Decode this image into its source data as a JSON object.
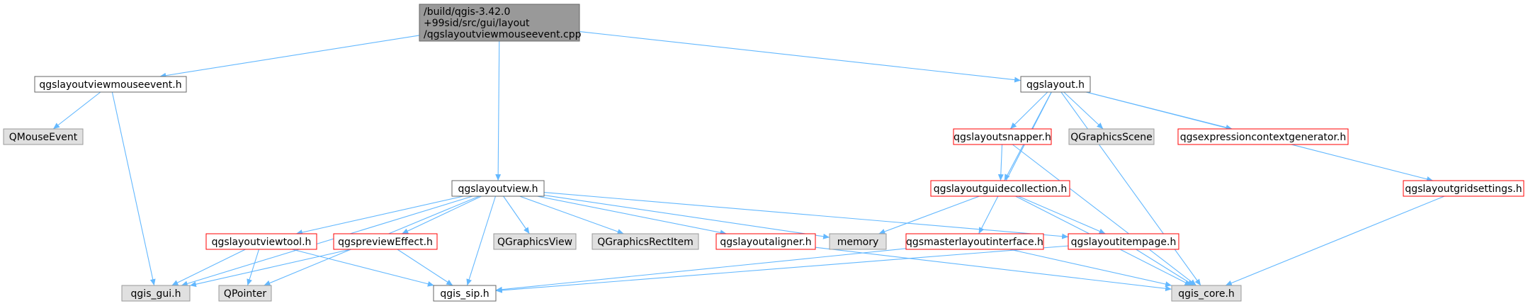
{
  "colors": {
    "edge": "#63b8ff",
    "root_fill": "#999999",
    "default_fill": "#ffffff",
    "default_stroke": "#666666",
    "truncated_stroke": "#ff0000",
    "system_fill": "#e0e0e0",
    "system_stroke": "#999999"
  },
  "nodes": [
    {
      "id": "root",
      "kind": "root",
      "lines": [
        "/build/qgis-3.42.0",
        "+99sid/src/gui/layout",
        "/qgslayoutviewmouseevent.cpp"
      ]
    },
    {
      "id": "mouseevent_h",
      "kind": "default",
      "lines": [
        "qgslayoutviewmouseevent.h"
      ]
    },
    {
      "id": "qgslayout_h",
      "kind": "default",
      "lines": [
        "qgslayout.h"
      ]
    },
    {
      "id": "qmouseevent",
      "kind": "system",
      "lines": [
        "QMouseEvent"
      ]
    },
    {
      "id": "layoutsnapper",
      "kind": "truncated",
      "lines": [
        "qgslayoutsnapper.h"
      ]
    },
    {
      "id": "qgraphicsscene",
      "kind": "system",
      "lines": [
        "QGraphicsScene"
      ]
    },
    {
      "id": "exprctxgen",
      "kind": "truncated",
      "lines": [
        "qgsexpressioncontextgenerator.h"
      ]
    },
    {
      "id": "layoutview",
      "kind": "default",
      "lines": [
        "qgslayoutview.h"
      ]
    },
    {
      "id": "guidecollection",
      "kind": "truncated",
      "lines": [
        "qgslayoutguidecollection.h"
      ]
    },
    {
      "id": "gridsettings",
      "kind": "truncated",
      "lines": [
        "qgslayoutgridsettings.h"
      ]
    },
    {
      "id": "viewtool",
      "kind": "truncated",
      "lines": [
        "qgslayoutviewtool.h"
      ]
    },
    {
      "id": "previeweffect",
      "kind": "truncated",
      "lines": [
        "qgspreviewEffect.h"
      ]
    },
    {
      "id": "qgraphicsview",
      "kind": "system",
      "lines": [
        "QGraphicsView"
      ]
    },
    {
      "id": "qgraphicsrectitem",
      "kind": "system",
      "lines": [
        "QGraphicsRectItem"
      ]
    },
    {
      "id": "aligner",
      "kind": "truncated",
      "lines": [
        "qgslayoutaligner.h"
      ]
    },
    {
      "id": "memory",
      "kind": "system",
      "lines": [
        "memory"
      ]
    },
    {
      "id": "masterlayout",
      "kind": "truncated",
      "lines": [
        "qgsmasterlayoutinterface.h"
      ]
    },
    {
      "id": "itempage",
      "kind": "truncated",
      "lines": [
        "qgslayoutitempage.h"
      ]
    },
    {
      "id": "qgis_gui",
      "kind": "system",
      "lines": [
        "qgis_gui.h"
      ]
    },
    {
      "id": "qpointer",
      "kind": "system",
      "lines": [
        "QPointer"
      ]
    },
    {
      "id": "qgis_sip",
      "kind": "default",
      "lines": [
        "qgis_sip.h"
      ]
    },
    {
      "id": "qgis_core",
      "kind": "system",
      "lines": [
        "qgis_core.h"
      ]
    }
  ],
  "edges": [
    [
      "root",
      "mouseevent_h"
    ],
    [
      "root",
      "layoutview"
    ],
    [
      "root",
      "qgslayout_h"
    ],
    [
      "mouseevent_h",
      "qmouseevent"
    ],
    [
      "mouseevent_h",
      "qgis_gui"
    ],
    [
      "qgslayout_h",
      "layoutsnapper"
    ],
    [
      "qgslayout_h",
      "qgraphicsscene"
    ],
    [
      "qgslayout_h",
      "exprctxgen"
    ],
    [
      "qgslayout_h",
      "gridsettings"
    ],
    [
      "qgslayout_h",
      "guidecollection"
    ],
    [
      "qgslayout_h",
      "masterlayout"
    ],
    [
      "qgslayout_h",
      "qgis_core"
    ],
    [
      "layoutsnapper",
      "guidecollection"
    ],
    [
      "layoutsnapper",
      "qgis_core"
    ],
    [
      "guidecollection",
      "memory"
    ],
    [
      "guidecollection",
      "itempage"
    ],
    [
      "guidecollection",
      "qgis_core"
    ],
    [
      "gridsettings",
      "qgis_core"
    ],
    [
      "layoutview",
      "qgis_gui"
    ],
    [
      "layoutview",
      "qpointer"
    ],
    [
      "layoutview",
      "viewtool"
    ],
    [
      "layoutview",
      "previeweffect"
    ],
    [
      "layoutview",
      "qgis_sip"
    ],
    [
      "layoutview",
      "qgraphicsview"
    ],
    [
      "layoutview",
      "qgraphicsrectitem"
    ],
    [
      "layoutview",
      "aligner"
    ],
    [
      "layoutview",
      "memory"
    ],
    [
      "layoutview",
      "itempage"
    ],
    [
      "viewtool",
      "qgis_gui"
    ],
    [
      "viewtool",
      "qpointer"
    ],
    [
      "viewtool",
      "qgis_sip"
    ],
    [
      "previeweffect",
      "qgis_gui"
    ],
    [
      "previeweffect",
      "qgis_sip"
    ],
    [
      "aligner",
      "qgis_core"
    ],
    [
      "masterlayout",
      "qgis_sip"
    ],
    [
      "masterlayout",
      "qgis_core"
    ],
    [
      "itempage",
      "qgis_sip"
    ],
    [
      "itempage",
      "qgis_core"
    ]
  ]
}
